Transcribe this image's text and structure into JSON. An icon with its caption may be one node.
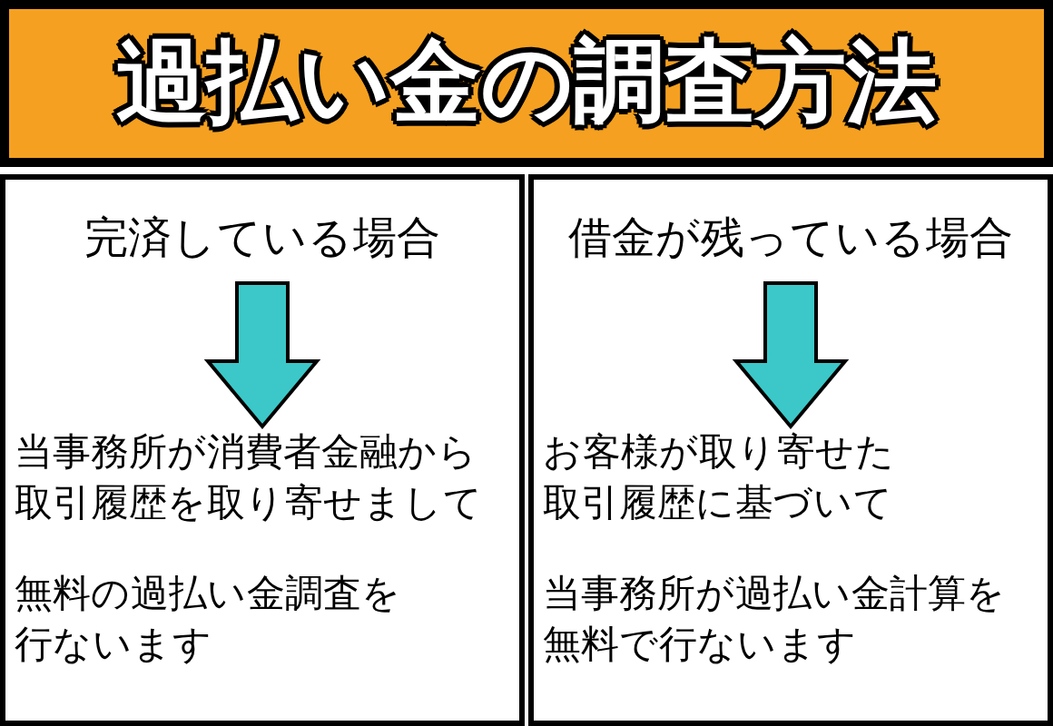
{
  "diagram": {
    "title": "過払い金の調査方法",
    "nodes": [
      {
        "text": [],
        "shape": "box"
      },
      {
        "text": [
          "完済している場合"
        ],
        "in": 0
      },
      {
        "text": [
          "当事務所が消費者金融から取引履歴を取り寄せまして",
          "無料の過払い金調査を行ないます"
        ],
        "in": 0
      },
      {
        "text": [],
        "shape": "box"
      },
      {
        "text": [
          "借金が残っている場合"
        ],
        "in": 3
      },
      {
        "text": [
          "お客様が取り寄せた取引履歴に基づいて",
          "当事務所が過払い金計算を無料で行ないます"
        ],
        "in": 3
      }
    ],
    "edges": [
      {
        "from": 1,
        "to": 2,
        "arrow": "to",
        "style": "thick",
        "color": "#3cc8c8"
      },
      {
        "from": 4,
        "to": 5,
        "arrow": "to",
        "style": "thick",
        "color": "#3cc8c8"
      }
    ]
  }
}
